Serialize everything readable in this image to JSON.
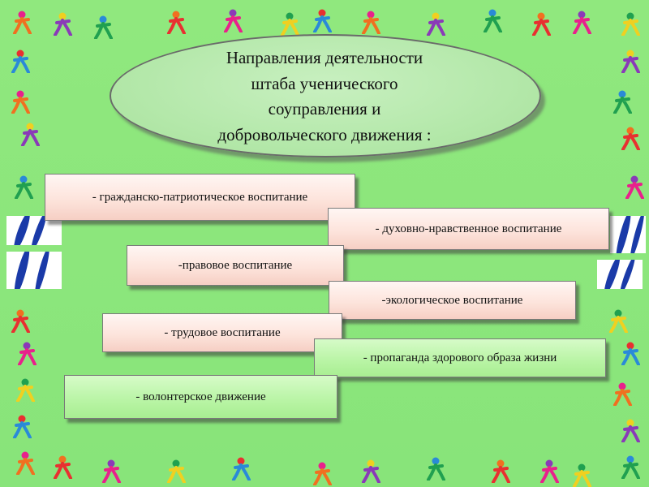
{
  "title": "Направления деятельности\nштаба ученического\nсоуправления и\nдобровольческого движения :",
  "items": [
    "- гражданско-патриотическое воспитание",
    "- духовно-нравственное воспитание",
    "-правовое воспитание",
    "-экологическое воспитание",
    "- трудовое воспитание",
    "- пропаганда здорового образа жизни",
    "- волонтерское движение"
  ],
  "colors": {
    "background": "#8fe67e",
    "box_pink": "#fde4dc",
    "box_green": "#b8f4a4",
    "ellipse": "#b4e8aa"
  },
  "icons": [
    "cyclist-icon",
    "gymnast-icon",
    "weightlifter-icon",
    "olympic-rings-icon",
    "runner-icon",
    "swimmer-icon",
    "fencer-icon",
    "skater-icon"
  ]
}
